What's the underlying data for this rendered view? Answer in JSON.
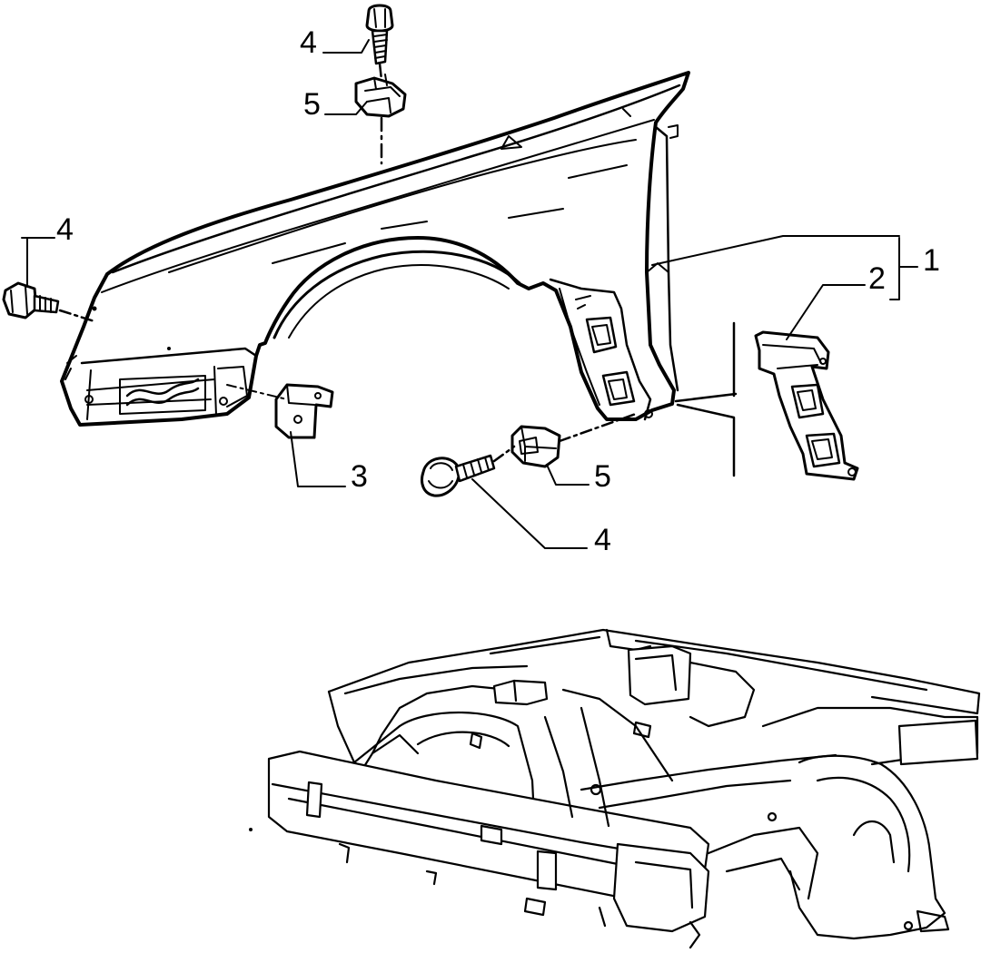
{
  "diagram": {
    "callouts": [
      {
        "id": "c-4-top",
        "text": "4"
      },
      {
        "id": "c-5-top",
        "text": "5"
      },
      {
        "id": "c-4-left",
        "text": "4"
      },
      {
        "id": "c-1",
        "text": "1"
      },
      {
        "id": "c-2",
        "text": "2"
      },
      {
        "id": "c-3",
        "text": "3"
      },
      {
        "id": "c-5-right",
        "text": "5"
      },
      {
        "id": "c-4-bottom",
        "text": "4"
      }
    ],
    "parts": {
      "fender": "front-fender",
      "rear_bracket": "fender-rear-mounting-bracket",
      "front_bracket": "fender-front-mounting-bracket",
      "bolt": "flange-bolt",
      "clip": "spring-nut-clip",
      "body_frame": "front-body-shell"
    },
    "colors": {
      "ink": "#000000",
      "paper": "#ffffff"
    }
  }
}
